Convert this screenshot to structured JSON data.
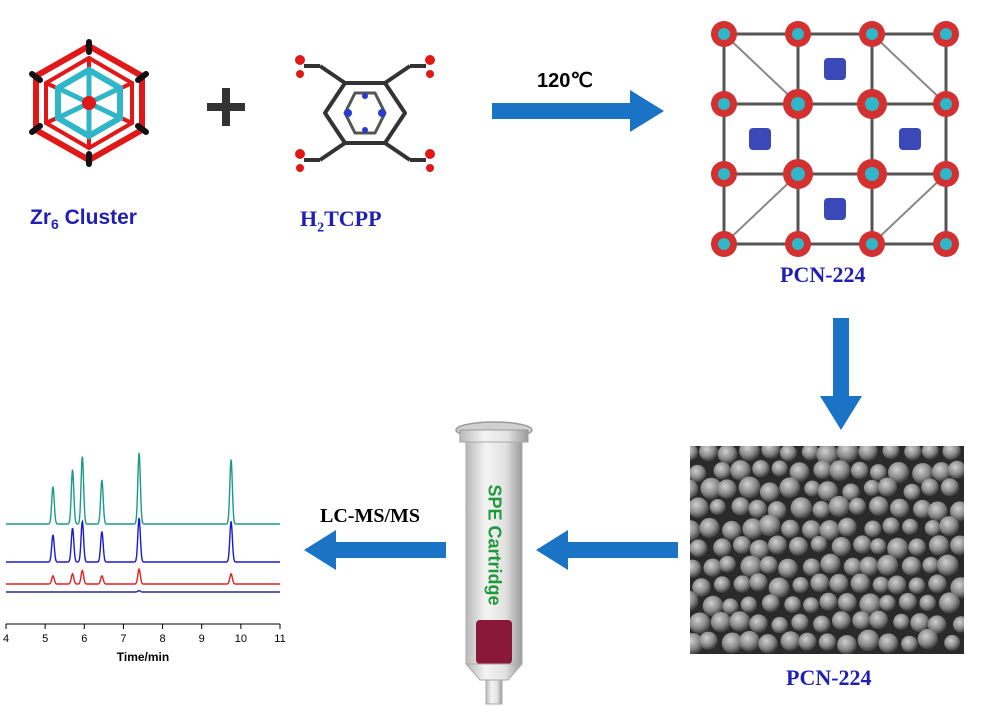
{
  "reactants": {
    "cluster_label_main": "Zr",
    "cluster_label_sub": "6",
    "cluster_label_rest": " Cluster",
    "ligand_label_pre": "H",
    "ligand_label_sub": "2",
    "ligand_label_rest": "TCPP",
    "plus_sign": "+"
  },
  "reaction": {
    "condition": "120℃"
  },
  "products": {
    "framework_label": "PCN-224",
    "sem_label": "PCN-224"
  },
  "cartridge": {
    "text": "SPE Cartridge"
  },
  "analysis": {
    "method": "LC-MS/MS"
  },
  "colors": {
    "arrow": "#1a73c4",
    "label": "#1f1fb4",
    "zr_cyan": "#2fb6c9",
    "oxygen_red": "#e01818",
    "cartridge_plug": "#8a1838",
    "cartridge_text": "#1f9a3a"
  },
  "chart_data": {
    "type": "line",
    "xlabel": "Time/min",
    "xlim": [
      4,
      11
    ],
    "ticks": [
      "4",
      "5",
      "6",
      "7",
      "8",
      "9",
      "10",
      "11"
    ],
    "peaks_x": [
      5.2,
      5.7,
      5.95,
      6.45,
      7.4,
      9.75
    ],
    "series": [
      {
        "color": "#1a9a8a",
        "baseline": 0,
        "heights": [
          0.55,
          0.8,
          1.0,
          0.65,
          1.05,
          0.95
        ]
      },
      {
        "color": "#1a1ad0",
        "baseline": 1,
        "heights": [
          0.4,
          0.5,
          0.6,
          0.45,
          0.65,
          0.6
        ]
      },
      {
        "color": "#e02020",
        "baseline": 2,
        "heights": [
          0.12,
          0.15,
          0.2,
          0.12,
          0.22,
          0.15
        ]
      },
      {
        "color": "#2a2a8a",
        "baseline": 3,
        "heights": [
          0.0,
          0.0,
          0.0,
          0.0,
          0.02,
          0.0
        ]
      }
    ]
  }
}
